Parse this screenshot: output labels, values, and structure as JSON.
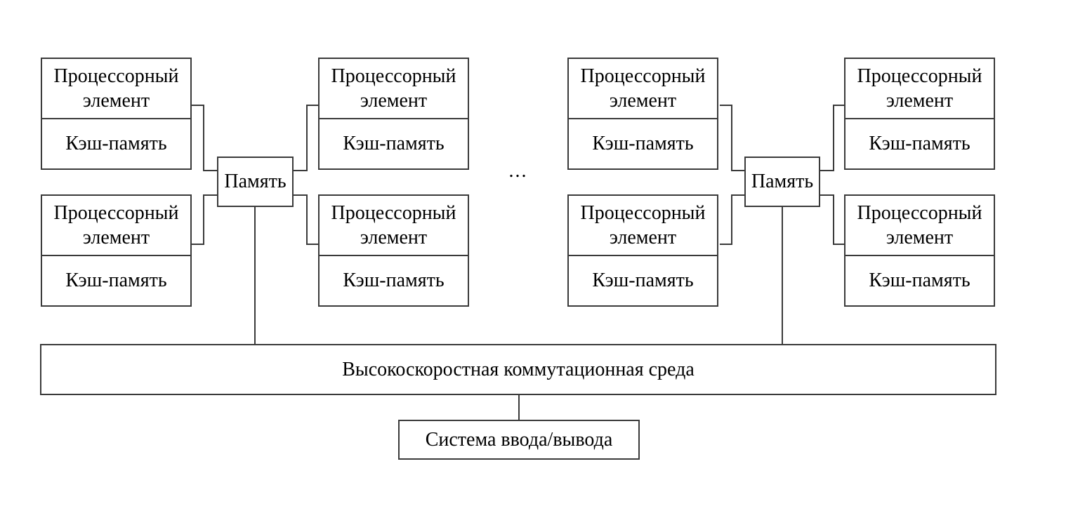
{
  "diagram": {
    "ellipsis": "...",
    "clusters": [
      {
        "memory": {
          "label": "Память"
        },
        "processors": [
          {
            "title": "Процессорный элемент",
            "cache": "Кэш-память"
          },
          {
            "title": "Процессорный элемент",
            "cache": "Кэш-память"
          },
          {
            "title": "Процессорный элемент",
            "cache": "Кэш-память"
          },
          {
            "title": "Процессорный элемент",
            "cache": "Кэш-память"
          }
        ]
      },
      {
        "memory": {
          "label": "Память"
        },
        "processors": [
          {
            "title": "Процессорный элемент",
            "cache": "Кэш-память"
          },
          {
            "title": "Процессорный элемент",
            "cache": "Кэш-память"
          },
          {
            "title": "Процессорный элемент",
            "cache": "Кэш-память"
          },
          {
            "title": "Процессорный элемент",
            "cache": "Кэш-память"
          }
        ]
      }
    ],
    "interconnect": {
      "label": "Высокоскоростная коммутационная среда"
    },
    "io_system": {
      "label": "Система ввода/вывода"
    },
    "colors": {
      "line": "#3a3a3a",
      "text": "#000000",
      "background": "#ffffff"
    }
  }
}
